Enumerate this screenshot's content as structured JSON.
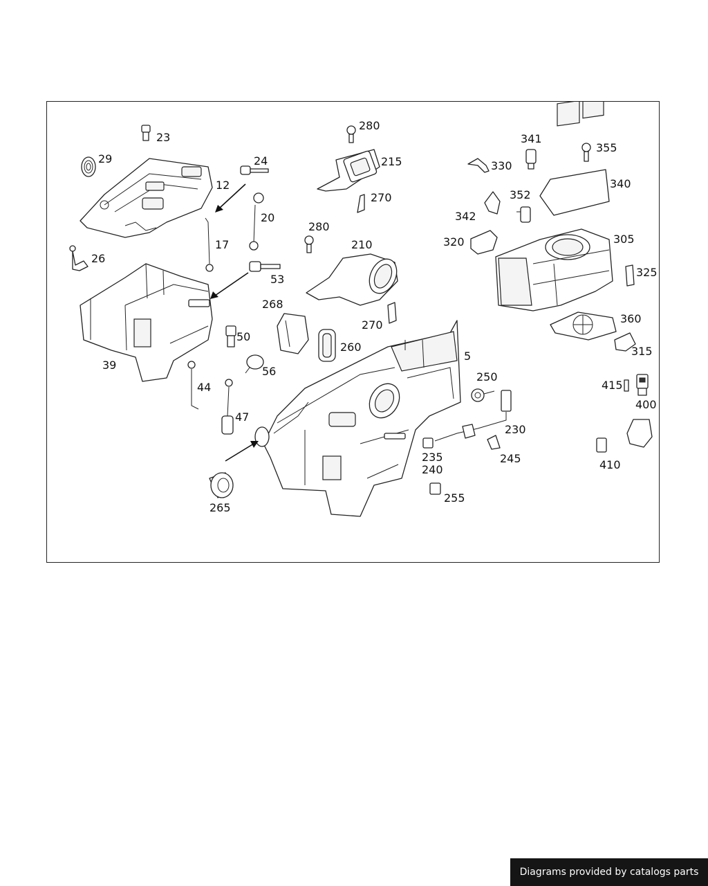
{
  "diagram": {
    "callouts": [
      {
        "id": "23",
        "text": "23"
      },
      {
        "id": "29",
        "text": "29"
      },
      {
        "id": "24",
        "text": "24"
      },
      {
        "id": "12",
        "text": "12"
      },
      {
        "id": "20",
        "text": "20"
      },
      {
        "id": "17",
        "text": "17"
      },
      {
        "id": "26",
        "text": "26"
      },
      {
        "id": "53",
        "text": "53"
      },
      {
        "id": "39",
        "text": "39"
      },
      {
        "id": "50",
        "text": "50"
      },
      {
        "id": "56",
        "text": "56"
      },
      {
        "id": "44",
        "text": "44"
      },
      {
        "id": "47",
        "text": "47"
      },
      {
        "id": "265",
        "text": "265"
      },
      {
        "id": "280a",
        "text": "280"
      },
      {
        "id": "215",
        "text": "215"
      },
      {
        "id": "270a",
        "text": "270"
      },
      {
        "id": "280b",
        "text": "280"
      },
      {
        "id": "210",
        "text": "210"
      },
      {
        "id": "268",
        "text": "268"
      },
      {
        "id": "270b",
        "text": "270"
      },
      {
        "id": "260",
        "text": "260"
      },
      {
        "id": "5",
        "text": "5"
      },
      {
        "id": "250",
        "text": "250"
      },
      {
        "id": "230",
        "text": "230"
      },
      {
        "id": "235",
        "text": "235"
      },
      {
        "id": "240",
        "text": "240"
      },
      {
        "id": "245",
        "text": "245"
      },
      {
        "id": "255",
        "text": "255"
      },
      {
        "id": "341",
        "text": "341"
      },
      {
        "id": "355",
        "text": "355"
      },
      {
        "id": "330",
        "text": "330"
      },
      {
        "id": "340",
        "text": "340"
      },
      {
        "id": "352",
        "text": "352"
      },
      {
        "id": "342",
        "text": "342"
      },
      {
        "id": "320",
        "text": "320"
      },
      {
        "id": "305",
        "text": "305"
      },
      {
        "id": "325",
        "text": "325"
      },
      {
        "id": "360",
        "text": "360"
      },
      {
        "id": "315",
        "text": "315"
      },
      {
        "id": "415",
        "text": "415"
      },
      {
        "id": "400",
        "text": "400"
      },
      {
        "id": "410",
        "text": "410"
      }
    ]
  },
  "footer": {
    "credit": "Diagrams provided by catalogs parts"
  },
  "colors": {
    "line": "#222222",
    "footer_bg": "#151515",
    "footer_text": "#ffffff"
  }
}
